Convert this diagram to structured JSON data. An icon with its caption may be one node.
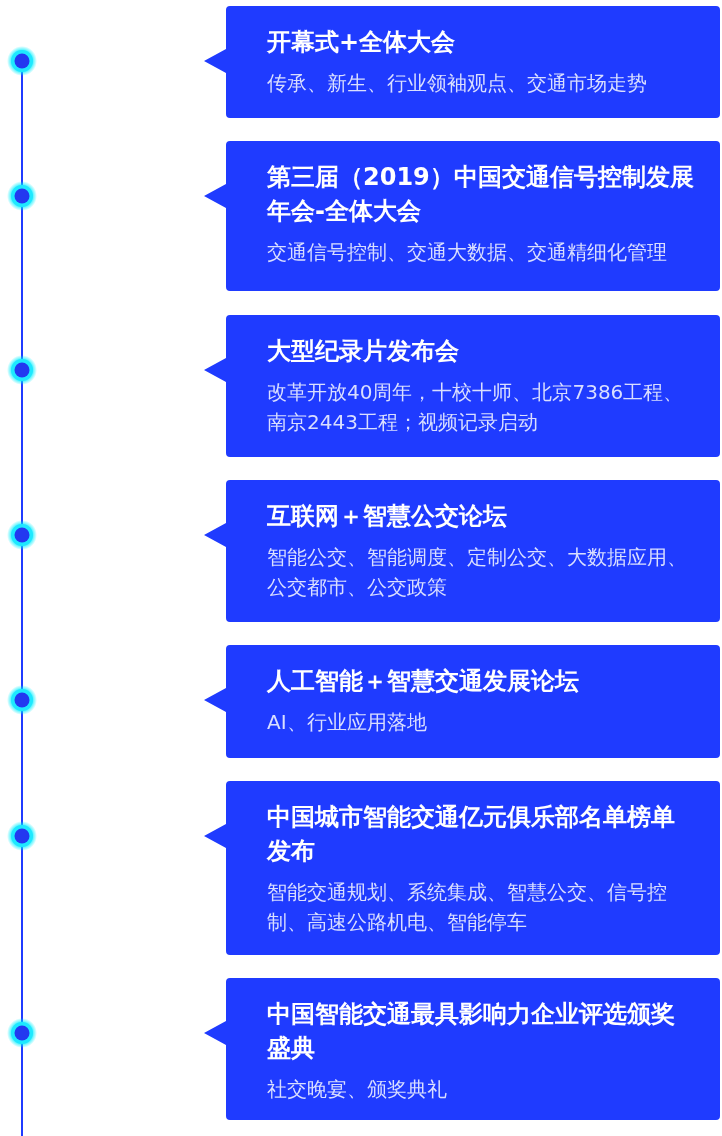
{
  "diagram": {
    "nodes": [
      {
        "text": [
          "开幕式+全体大会",
          "传承、新生、行业领袖观点、交通市场走势"
        ]
      },
      {
        "text": [
          "第三届（2019）中国交通信号控制发展年会-全体大会",
          "交通信号控制、交通大数据、交通精细化管理"
        ]
      },
      {
        "text": [
          "大型纪录片发布会",
          "改革开放40周年，十校十师、北京7386工程、南京2443工程；视频记录启动"
        ]
      },
      {
        "text": [
          "互联网＋智慧公交论坛",
          "智能公交、智能调度、定制公交、大数据应用、公交都市、公交政策"
        ]
      },
      {
        "text": [
          "人工智能＋智慧交通发展论坛",
          "AI、行业应用落地"
        ]
      },
      {
        "text": [
          "中国城市智能交通亿元俱乐部名单榜单发布",
          "智能交通规划、系统集成、智慧公交、信号控制、高速公路机电、智能停车"
        ]
      },
      {
        "text": [
          "中国智能交通最具影响力企业评选颁奖盛典",
          "社交晚宴、颁奖典礼"
        ]
      }
    ]
  }
}
